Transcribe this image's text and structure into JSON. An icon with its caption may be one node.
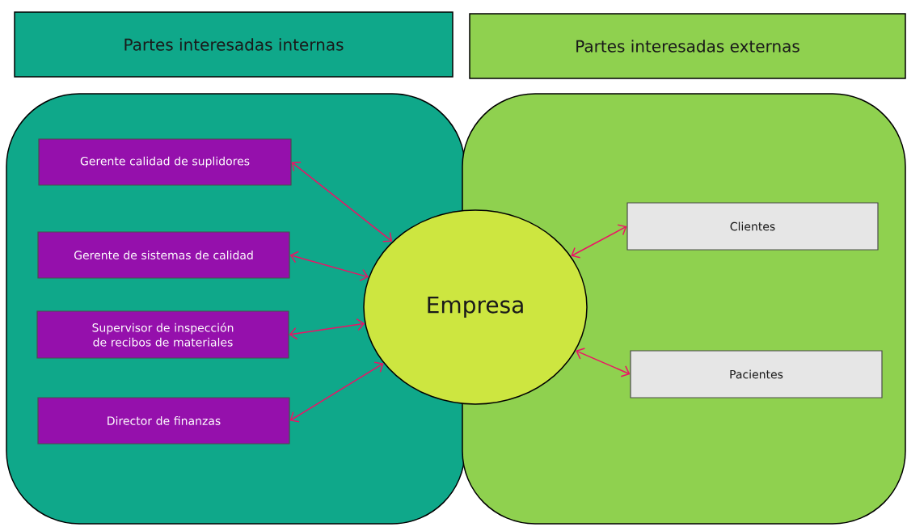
{
  "diagram": {
    "nodes": [
      {
        "text": [
          "Partes interesadas internas"
        ]
      },
      {
        "text": [
          "Partes interesadas externas"
        ]
      },
      {
        "text": [],
        "shape": "box"
      },
      {
        "text": [],
        "shape": "box"
      },
      {
        "text": [
          "Gerente calidad de suplidores"
        ],
        "in": 2
      },
      {
        "text": [
          "Gerente de sistemas de calidad"
        ],
        "in": 2
      },
      {
        "text": [
          "Supervisor de inspección de recibos de materiales"
        ],
        "in": 2
      },
      {
        "text": [
          "Director de finanzas"
        ],
        "in": 2
      },
      {
        "text": [
          "Empresa"
        ]
      },
      {
        "text": [
          "Clientes"
        ],
        "in": 3
      },
      {
        "text": [
          "Pacientes"
        ],
        "in": 3
      }
    ],
    "edges": [
      {
        "from": 4,
        "to": 8,
        "arrow": "both"
      },
      {
        "from": 5,
        "to": 8,
        "arrow": "both"
      },
      {
        "from": 6,
        "to": 8,
        "arrow": "both"
      },
      {
        "from": 7,
        "to": 8,
        "arrow": "both"
      },
      {
        "from": 8,
        "to": 9,
        "arrow": "both"
      },
      {
        "from": 8,
        "to": 10,
        "arrow": "both"
      }
    ]
  }
}
